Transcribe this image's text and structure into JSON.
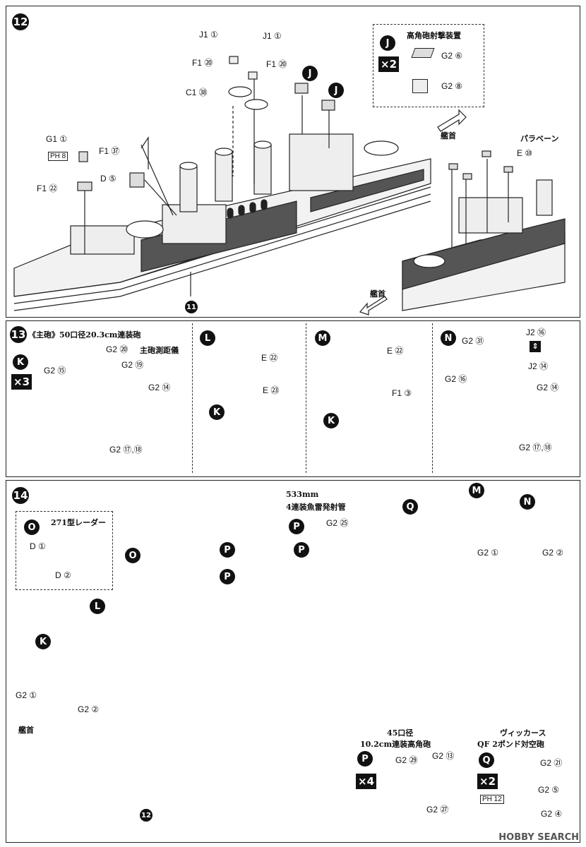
{
  "steps": {
    "s12": {
      "number": "12",
      "ship_badge": "11",
      "labels": {
        "j1_a": "J1 ①",
        "j1_b": "J1 ①",
        "f1_20_a": "F1 ⑳",
        "f1_20_b": "F1 ⑳",
        "c1_38": "C1 ㊳",
        "g1_1": "G1 ①",
        "ph_8": "PH 8",
        "f1_22": "F1 ㉒",
        "f1_37": "F1 ㊲",
        "d_5": "D ⑤",
        "e_10": "E ⑩",
        "paravane": "パラベーン"
      },
      "badge_j1": "J",
      "badge_j2": "J",
      "bow": "艦首",
      "inset": {
        "badge": "J",
        "mult": "×2",
        "title": "高角砲射撃装置",
        "g2_6": "G2 ⑥",
        "g2_8": "G2 ⑧"
      }
    },
    "s13": {
      "number": "13",
      "title": "《主砲》50口径20.3cm連装砲",
      "k": {
        "badge": "K",
        "mult": "×3",
        "g2_20": "G2 ⑳",
        "rangefinder": "主砲測距儀",
        "g2_19": "G2 ⑲",
        "g2_15": "G2 ⑮",
        "g2_14": "G2 ⑭",
        "g2_17_18": "G2 ⑰,⑱"
      },
      "l": {
        "badge": "L",
        "sub": "K",
        "e_22": "E ㉒",
        "e_23": "E ㉓"
      },
      "m": {
        "badge": "M",
        "sub": "K",
        "e_22": "E ㉒",
        "f1_3": "F1 ③"
      },
      "n": {
        "badge": "N",
        "g2_31": "G2 ㉛",
        "j2_16": "J2 ⑯",
        "j2_14a": "J2 ⑭",
        "g2_16": "G2 ⑯",
        "g2_14": "G2 ⑭",
        "g2_17_18": "G2 ⑰,⑱"
      }
    },
    "s14": {
      "number": "14",
      "ship_badge": "12",
      "radar": {
        "badge": "O",
        "title": "271型レーダー",
        "d1": "D ①",
        "d2": "D ②"
      },
      "torpedo": {
        "title_1": "533mm",
        "title_2": "4連装魚雷発射管",
        "g2_25": "G2 ㉕"
      },
      "g2_1a": "G2 ①",
      "g2_2a": "G2 ②",
      "g2_1b": "G2 ①",
      "g2_2b": "G2 ②",
      "bow": "艦首",
      "badges": [
        "K",
        "L",
        "O",
        "P",
        "P",
        "P",
        "P",
        "Q",
        "M",
        "N"
      ],
      "p_inset": {
        "badge": "P",
        "mult": "×4",
        "title_1": "45口径",
        "title_2": "10.2cm連装高角砲",
        "g2_29": "G2 ㉙",
        "g2_13": "G2 ⑬",
        "g2_27": "G2 ㉗"
      },
      "q_inset": {
        "badge": "Q",
        "mult": "×2",
        "title_1": "ヴィッカース",
        "title_2": "QF 2ポンド対空砲",
        "g2_21": "G2 ㉑",
        "g2_5": "G2 ⑤",
        "g2_4": "G2 ④",
        "ph_12": "PH 12"
      }
    }
  },
  "watermark": "HOBBY SEARCH"
}
